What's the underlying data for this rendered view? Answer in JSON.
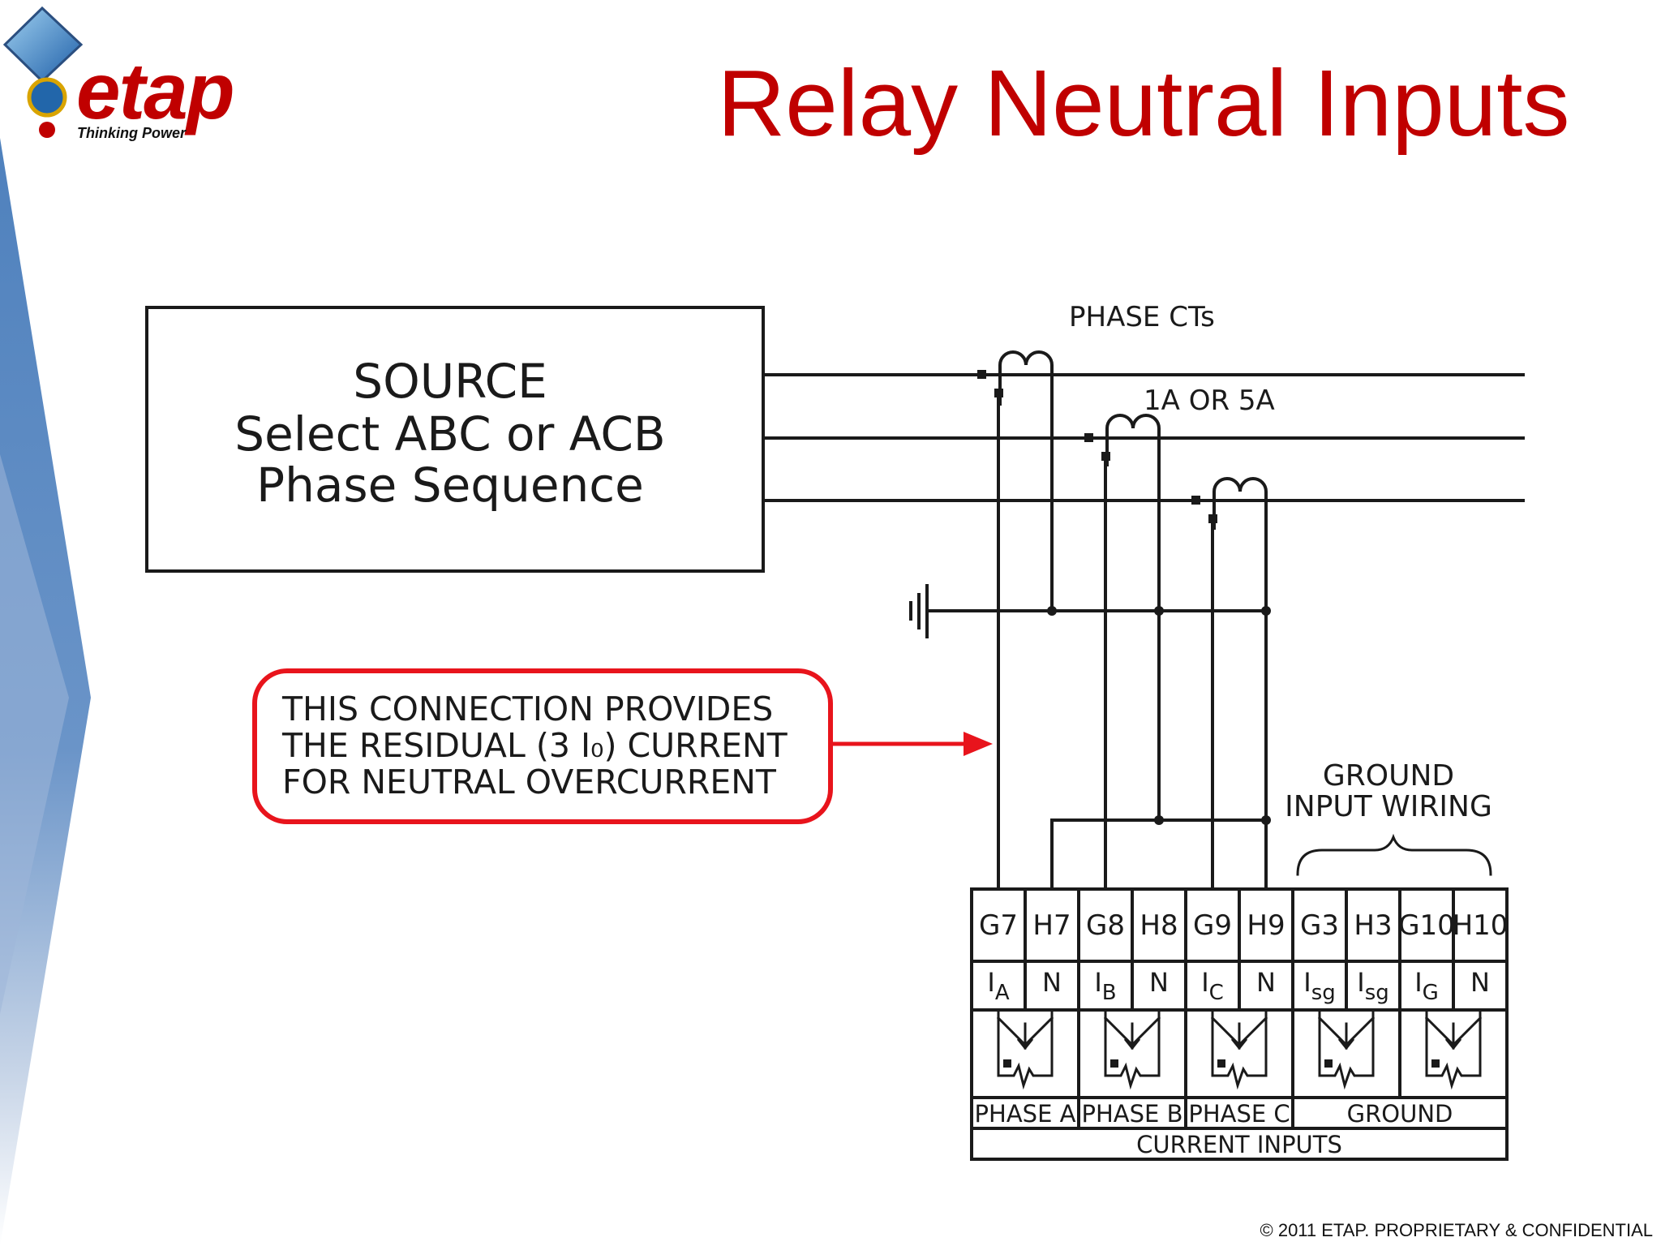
{
  "slide": {
    "title": "Relay Neutral Inputs",
    "footer": "© 2011 ETAP. PROPRIETARY & CONFIDENTIAL",
    "logo": {
      "text": "etap",
      "tagline": "Thinking Power"
    }
  },
  "diagram": {
    "source": {
      "line1": "SOURCE",
      "line2": "Select  ABC  or  ACB",
      "line3": "Phase  Sequence"
    },
    "phase_cts_label": "PHASE  CTs",
    "ct_rating_label": "1A  OR  5A",
    "callout": {
      "line1": "THIS  CONNECTION  PROVIDES",
      "line2": "THE  RESIDUAL  (3  I₀)  CURRENT",
      "line3": "FOR  NEUTRAL  OVERCURRENT",
      "color": "#e8141c"
    },
    "ground_wiring": {
      "line1": "GROUND",
      "line2": "INPUT  WIRING"
    },
    "terminals": [
      {
        "id": "G7",
        "sig": "I",
        "sub": "A"
      },
      {
        "id": "H7",
        "sig": "N",
        "sub": ""
      },
      {
        "id": "G8",
        "sig": "I",
        "sub": "B"
      },
      {
        "id": "H8",
        "sig": "N",
        "sub": ""
      },
      {
        "id": "G9",
        "sig": "I",
        "sub": "C"
      },
      {
        "id": "H9",
        "sig": "N",
        "sub": ""
      },
      {
        "id": "G3",
        "sig": "I",
        "sub": "sg"
      },
      {
        "id": "H3",
        "sig": "I",
        "sub": "sg"
      },
      {
        "id": "G10",
        "sig": "I",
        "sub": "G"
      },
      {
        "id": "H10",
        "sig": "N",
        "sub": ""
      }
    ],
    "groups": [
      "PHASE  A",
      "PHASE  B",
      "PHASE  C",
      "GROUND"
    ],
    "footer_label": "CURRENT  INPUTS"
  },
  "colors": {
    "title": "#c00000",
    "accent_blue": "#4f81bd",
    "line": "#1a1a1a"
  }
}
